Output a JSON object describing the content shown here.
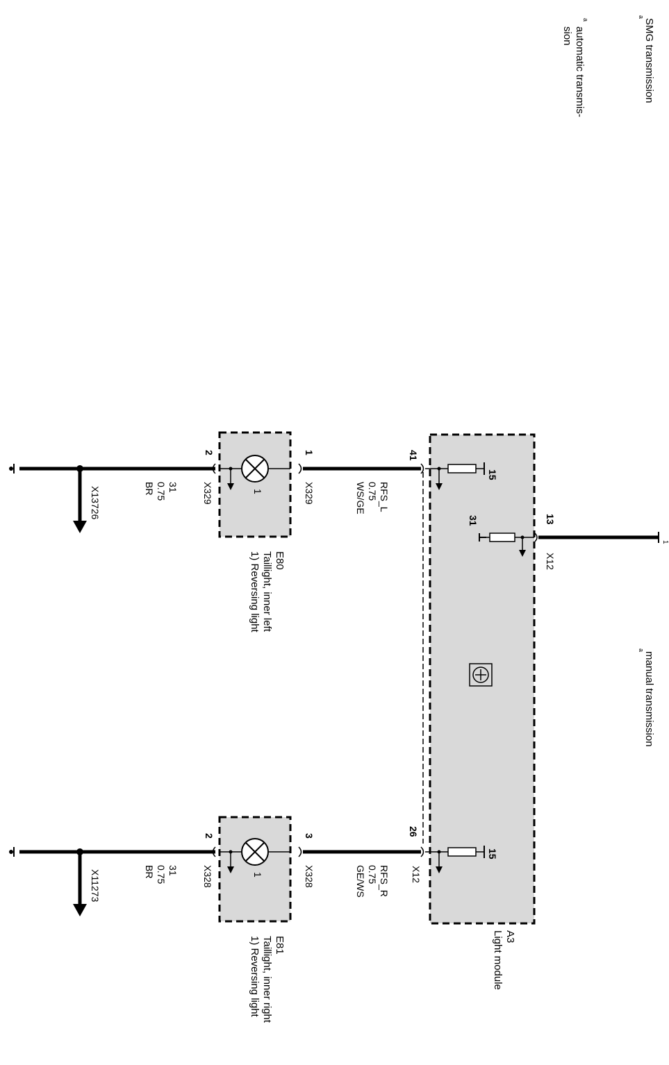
{
  "notes": {
    "smg": "SMG transmission",
    "auto_line1": "automatic transmis-",
    "auto_line2": "sion",
    "manual": "manual transmission"
  },
  "module": {
    "id": "A3",
    "name": "Light module",
    "pin_top": "41",
    "pin_bottom": "26",
    "pin_right": "13",
    "terminal_15_top": "15",
    "terminal_15_bottom": "15",
    "terminal_31": "31",
    "connector_right": "X12",
    "connector_bottom": "X12"
  },
  "wire_left": {
    "signal": "RFS_L",
    "size": "0.75",
    "color": "WS/GE"
  },
  "wire_right": {
    "signal": "RFS_R",
    "size": "0.75",
    "color": "GE/WS"
  },
  "lamp_left": {
    "id": "E80",
    "name": "Taillight, inner left",
    "sub": "1) Reversing light",
    "pin_in": "1",
    "pin_out": "2",
    "conn_in": "X329",
    "conn_out": "X329",
    "bulb_num": "1"
  },
  "lamp_right": {
    "id": "E81",
    "name": "Taillight, inner right",
    "sub": "1) Reversing light",
    "pin_in": "3",
    "pin_out": "2",
    "conn_in": "X328",
    "conn_out": "X328",
    "bulb_num": "1"
  },
  "ground_left": {
    "terminal": "31",
    "size": "0.75",
    "color": "BR",
    "point": "X13726"
  },
  "ground_right": {
    "terminal": "31",
    "size": "0.75",
    "color": "BR",
    "point": "X11273"
  },
  "small_marks": {
    "a": "a",
    "b": "a",
    "c": "a",
    "one": "1"
  }
}
